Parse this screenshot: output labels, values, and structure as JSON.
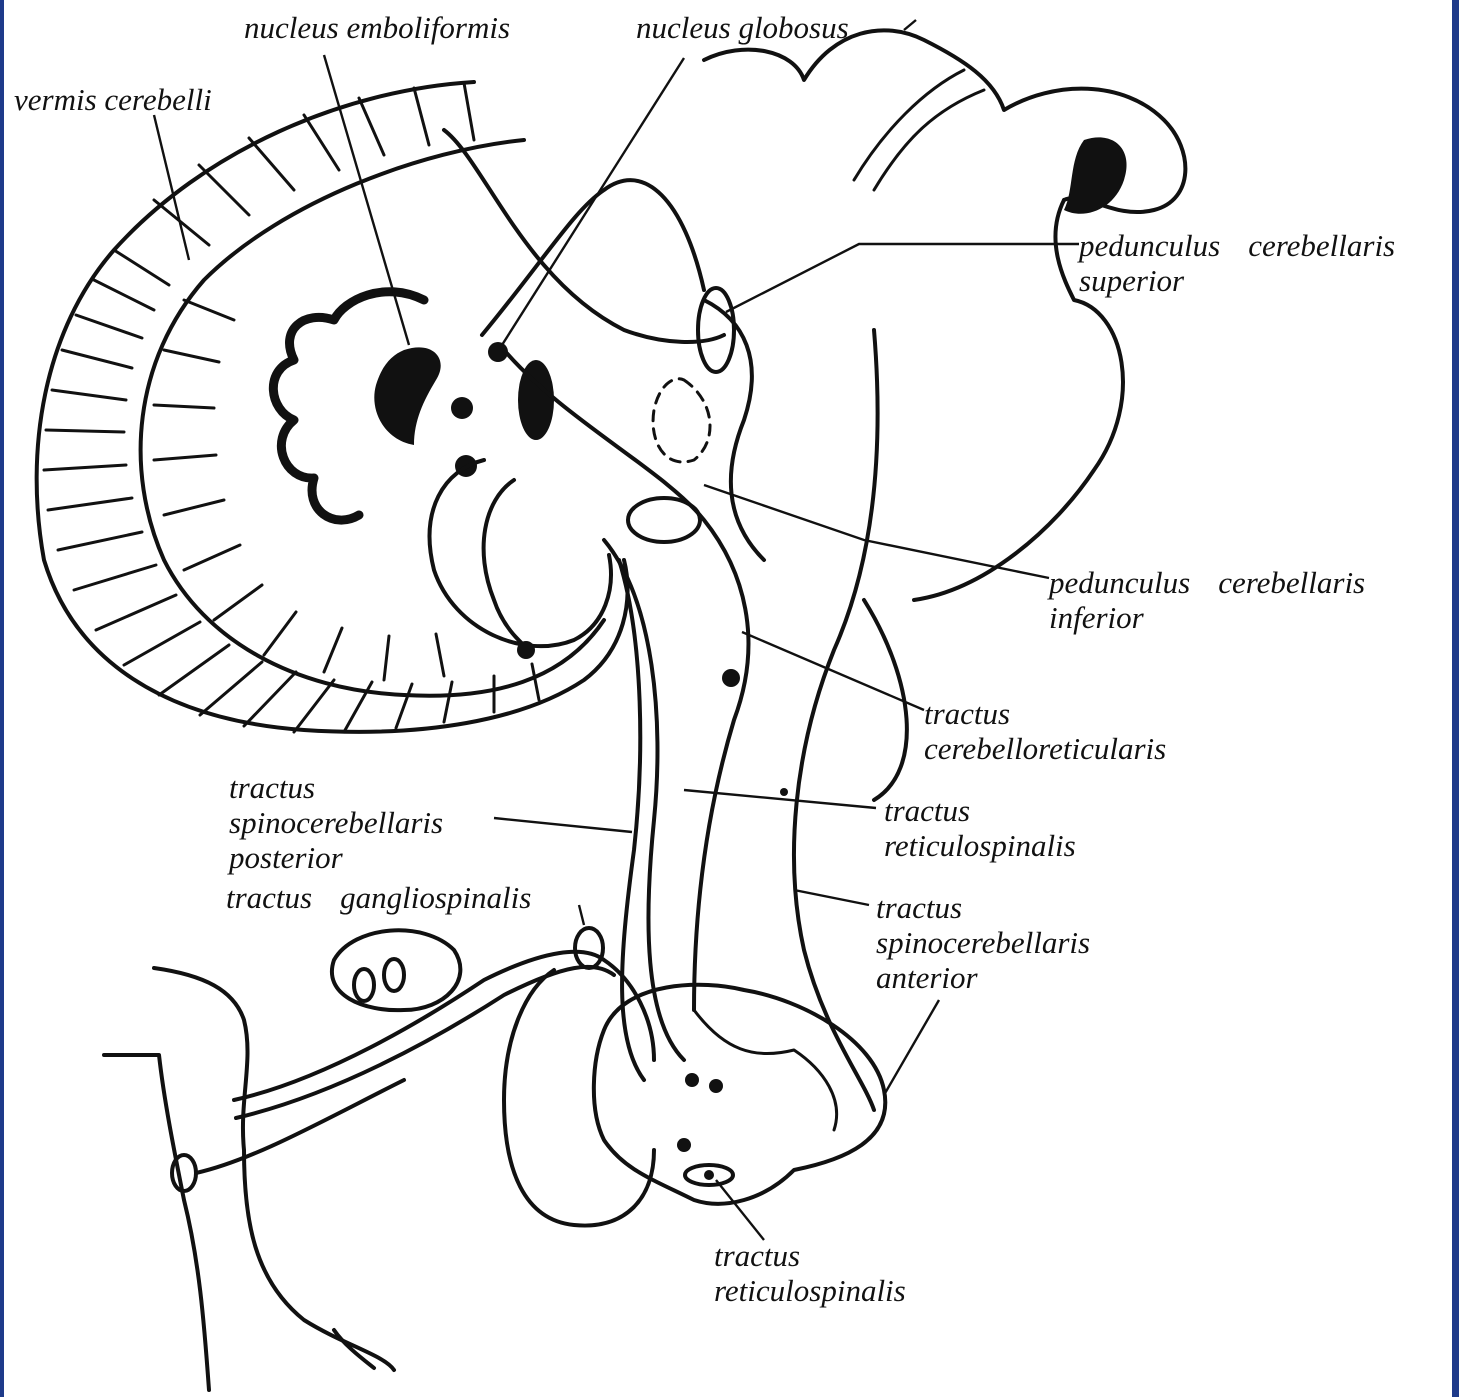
{
  "labels": {
    "nucleus_emboliformis": "nucleus  emboliformis",
    "nucleus_globosus": "nucleus globosus",
    "vermis_cerebelli": "vermis   cerebelli",
    "ped_superior": {
      "l1a": "pedunculus",
      "l1b": "cerebellaris",
      "l2": "superior"
    },
    "ped_inferior": {
      "l1a": "pedunculus",
      "l1b": "cerebellaris",
      "l2": "inferior"
    },
    "tr_cerebelloreticularis": {
      "l1": "tractus",
      "l2": "cerebelloreticularis"
    },
    "tr_spinocereb_post": {
      "l1": "tractus",
      "l2": "spinocerebellaris",
      "l3": "posterior"
    },
    "tr_reticulospinalis_upper": {
      "l1": "tractus",
      "l2": "reticulospinalis"
    },
    "tr_gangliospinalis": {
      "l1a": "tractus",
      "l1b": "gangliospinalis"
    },
    "tr_spinocereb_ant": {
      "l1": "tractus",
      "l2": "spinocerebellaris",
      "l3": "anterior"
    },
    "tr_reticulospinalis_lower": {
      "l1": "tractus",
      "l2": "reticulospinalis"
    }
  },
  "colors": {
    "background": "#ffffff",
    "frame": "#1e3a8a",
    "ink": "#111111"
  }
}
